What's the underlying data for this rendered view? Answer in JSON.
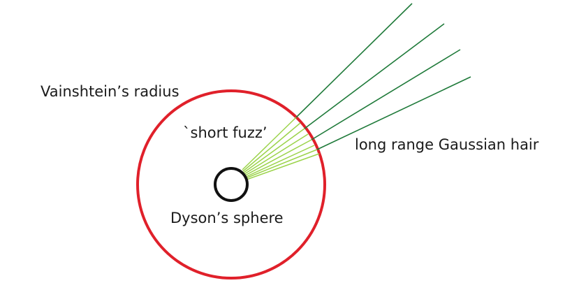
{
  "labels": {
    "vainshtein_radius": "Vainshtein’s radius",
    "short_fuzz": "`short fuzz’",
    "gaussian_hair": "long range Gaussian hair",
    "dyson_sphere": "Dyson’s sphere"
  },
  "colors": {
    "background": "#ffffff",
    "vainshtein_circle": "#e0202a",
    "dyson_circle": "#111111",
    "short_fuzz_lines": "#9bd34a",
    "long_range_lines": "#1f7a3a",
    "text": "#1a1a1a"
  }
}
